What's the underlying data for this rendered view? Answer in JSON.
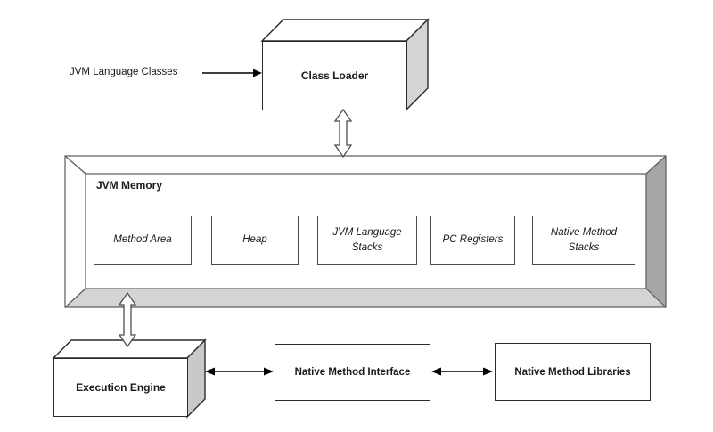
{
  "nodes": {
    "jvm_language_classes": {
      "label": "JVM Language Classes"
    },
    "class_loader": {
      "label": "Class Loader"
    },
    "jvm_memory": {
      "label": "JVM Memory",
      "areas": [
        {
          "label": "Method Area"
        },
        {
          "label": "Heap"
        },
        {
          "label": "JVM Language Stacks"
        },
        {
          "label": "PC Registers"
        },
        {
          "label": "Native Method Stacks"
        }
      ]
    },
    "execution_engine": {
      "label": "Execution Engine"
    },
    "native_method_interface": {
      "label": "Native Method Interface"
    },
    "native_method_libraries": {
      "label": "Native Method Libraries"
    }
  },
  "connections": [
    {
      "from": "JVM Language Classes",
      "to": "Class Loader",
      "type": "single-solid-arrow"
    },
    {
      "from": "Class Loader",
      "to": "JVM Memory",
      "type": "hollow-double-arrow"
    },
    {
      "from": "JVM Memory",
      "to": "Execution Engine",
      "type": "hollow-double-arrow"
    },
    {
      "from": "Execution Engine",
      "to": "Native Method Interface",
      "type": "solid-double-arrow"
    },
    {
      "from": "Native Method Interface",
      "to": "Native Method Libraries",
      "type": "solid-double-arrow"
    }
  ],
  "colors": {
    "background": "#ffffff",
    "box_border": "#2b2b2b",
    "frame_line": "#595959",
    "side_face_loader": "#d4d4d4",
    "side_face_engine": "#c9c9c9",
    "frame_right_band": "#a6a6a6",
    "frame_bottom_band": "#d4d4d4",
    "arrow": "#000000",
    "text": "#1a1a1a"
  }
}
